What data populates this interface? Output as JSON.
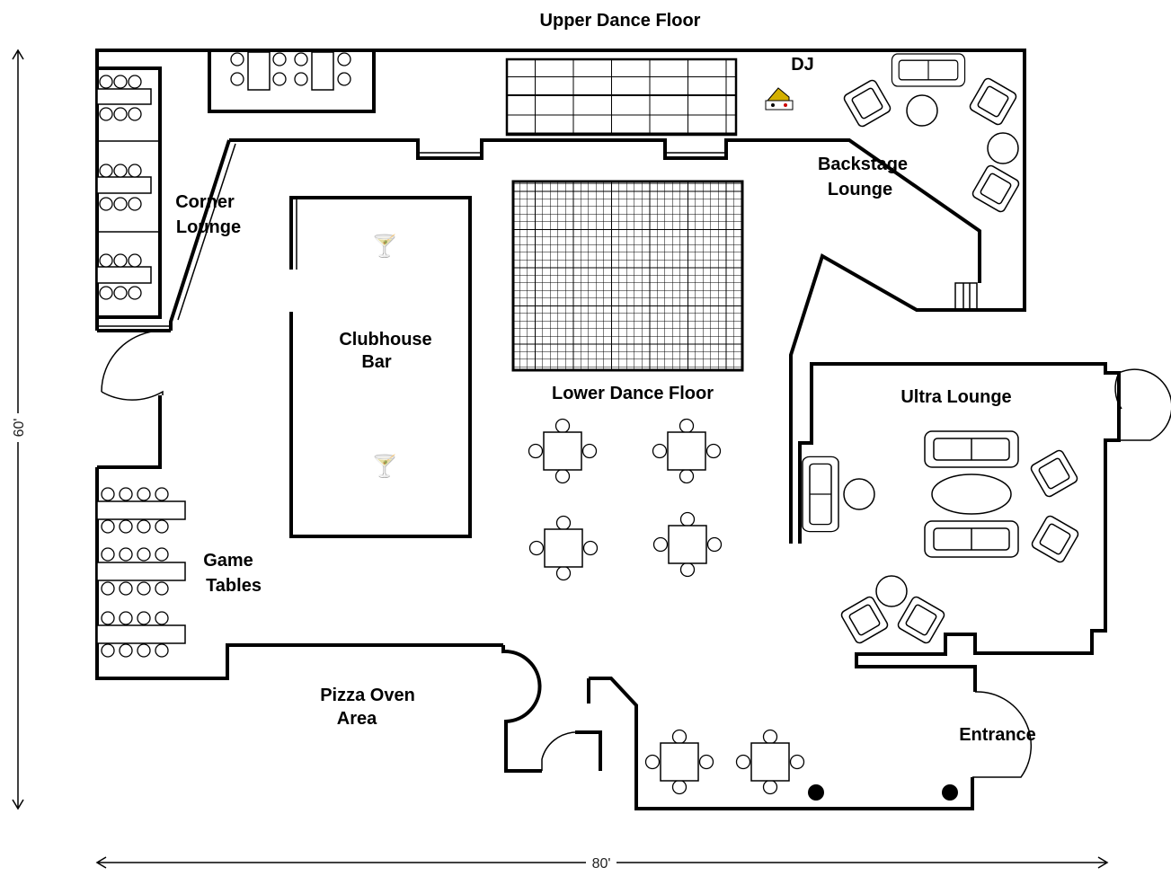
{
  "labels": {
    "upper_dance_floor": "Upper Dance Floor",
    "dj": "DJ",
    "backstage_lounge_1": "Backstage",
    "backstage_lounge_2": "Lounge",
    "corner_lounge_1": "Corner",
    "corner_lounge_2": "Lounge",
    "clubhouse_bar_1": "Clubhouse",
    "clubhouse_bar_2": "Bar",
    "lower_dance_floor": "Lower Dance Floor",
    "ultra_lounge": "Ultra Lounge",
    "game_tables_1": "Game",
    "game_tables_2": "Tables",
    "pizza_oven_1": "Pizza Oven",
    "pizza_oven_2": "Area",
    "entrance": "Entrance"
  },
  "dimensions": {
    "height": "60'",
    "width": "80'"
  },
  "icons": {
    "bar": "martini-glass-icon",
    "dj": "turntable-icon"
  },
  "colors": {
    "walls": "#000000",
    "martini": "#3355cc",
    "dj_equipment": "#d4b000"
  }
}
